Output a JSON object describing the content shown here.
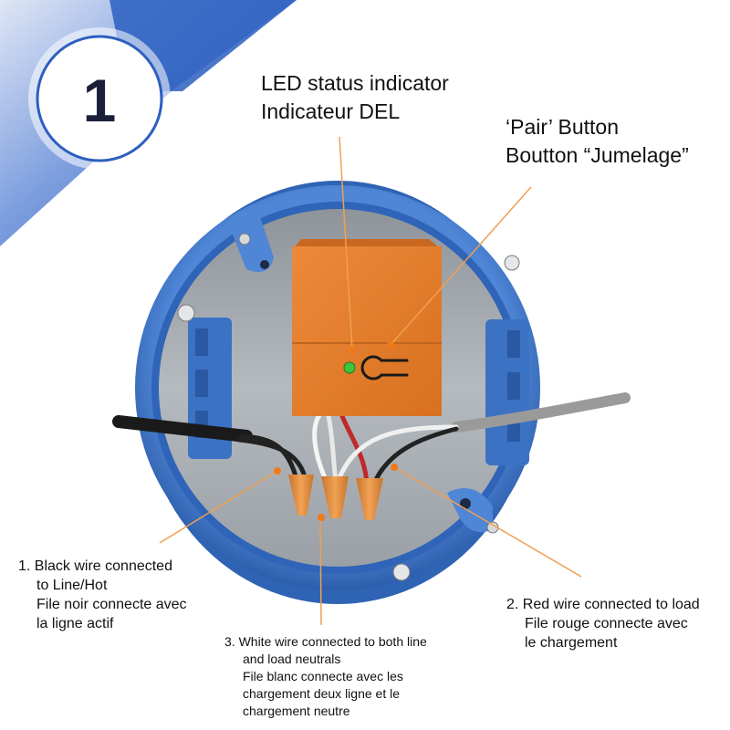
{
  "step_number": "1",
  "colors": {
    "accent_blue": "#2c5fc0",
    "box_blue": "#4a80d0",
    "module_orange": "#e07a2c",
    "callout_line": "#f0a050",
    "led_green": "#3ec43e"
  },
  "labels": {
    "led": {
      "en": "LED status indicator",
      "fr": "Indicateur DEL"
    },
    "pair": {
      "en": "‘Pair’ Button",
      "fr": "Boutton “Jumelage”"
    },
    "black_wire": {
      "line1": "1. Black wire connected",
      "line2": "to Line/Hot",
      "line3": "File noir connecte avec",
      "line4": "la ligne actif"
    },
    "red_wire": {
      "line1": "2. Red wire connected to load",
      "line2": "File rouge connecte avec",
      "line3": "le chargement"
    },
    "white_wire": {
      "line1": "3. White wire connected to both line",
      "line2": "and load neutrals",
      "line3": "File blanc connecte avec les",
      "line4": "chargement deux ligne et le",
      "line5": "chargement neutre"
    }
  }
}
